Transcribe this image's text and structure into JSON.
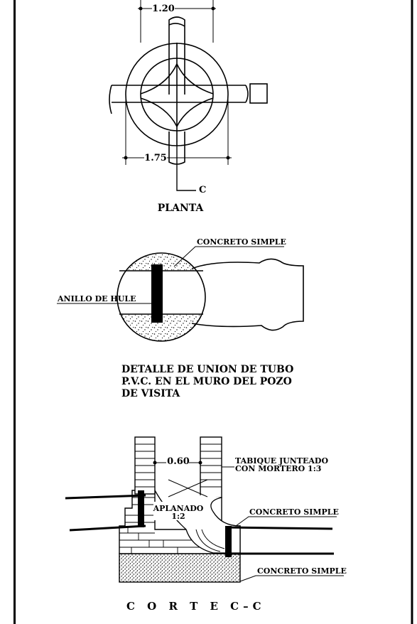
{
  "planta": {
    "dim_top": "1.20",
    "dim_bottom": "1.75",
    "section_mark": "C",
    "title": "PLANTA"
  },
  "detalle": {
    "concreto_label": "CONCRETO SIMPLE",
    "anillo_label": "ANILLO DE HULE",
    "title_lines": [
      "DETALLE DE UNION DE TUBO",
      "P.V.C. EN EL MURO DEL POZO",
      "DE VISITA"
    ]
  },
  "corte": {
    "dim_width": "0.60",
    "tabique_lines": [
      "TABIQUE JUNTEADO",
      "CON MORTERO 1:3"
    ],
    "aplanado_lines": [
      "APLANADO",
      "1:2"
    ],
    "concreto_right_label": "CONCRETO SIMPLE",
    "concreto_base_label": "CONCRETO SIMPLE",
    "title": "C O R T E   C–C"
  }
}
